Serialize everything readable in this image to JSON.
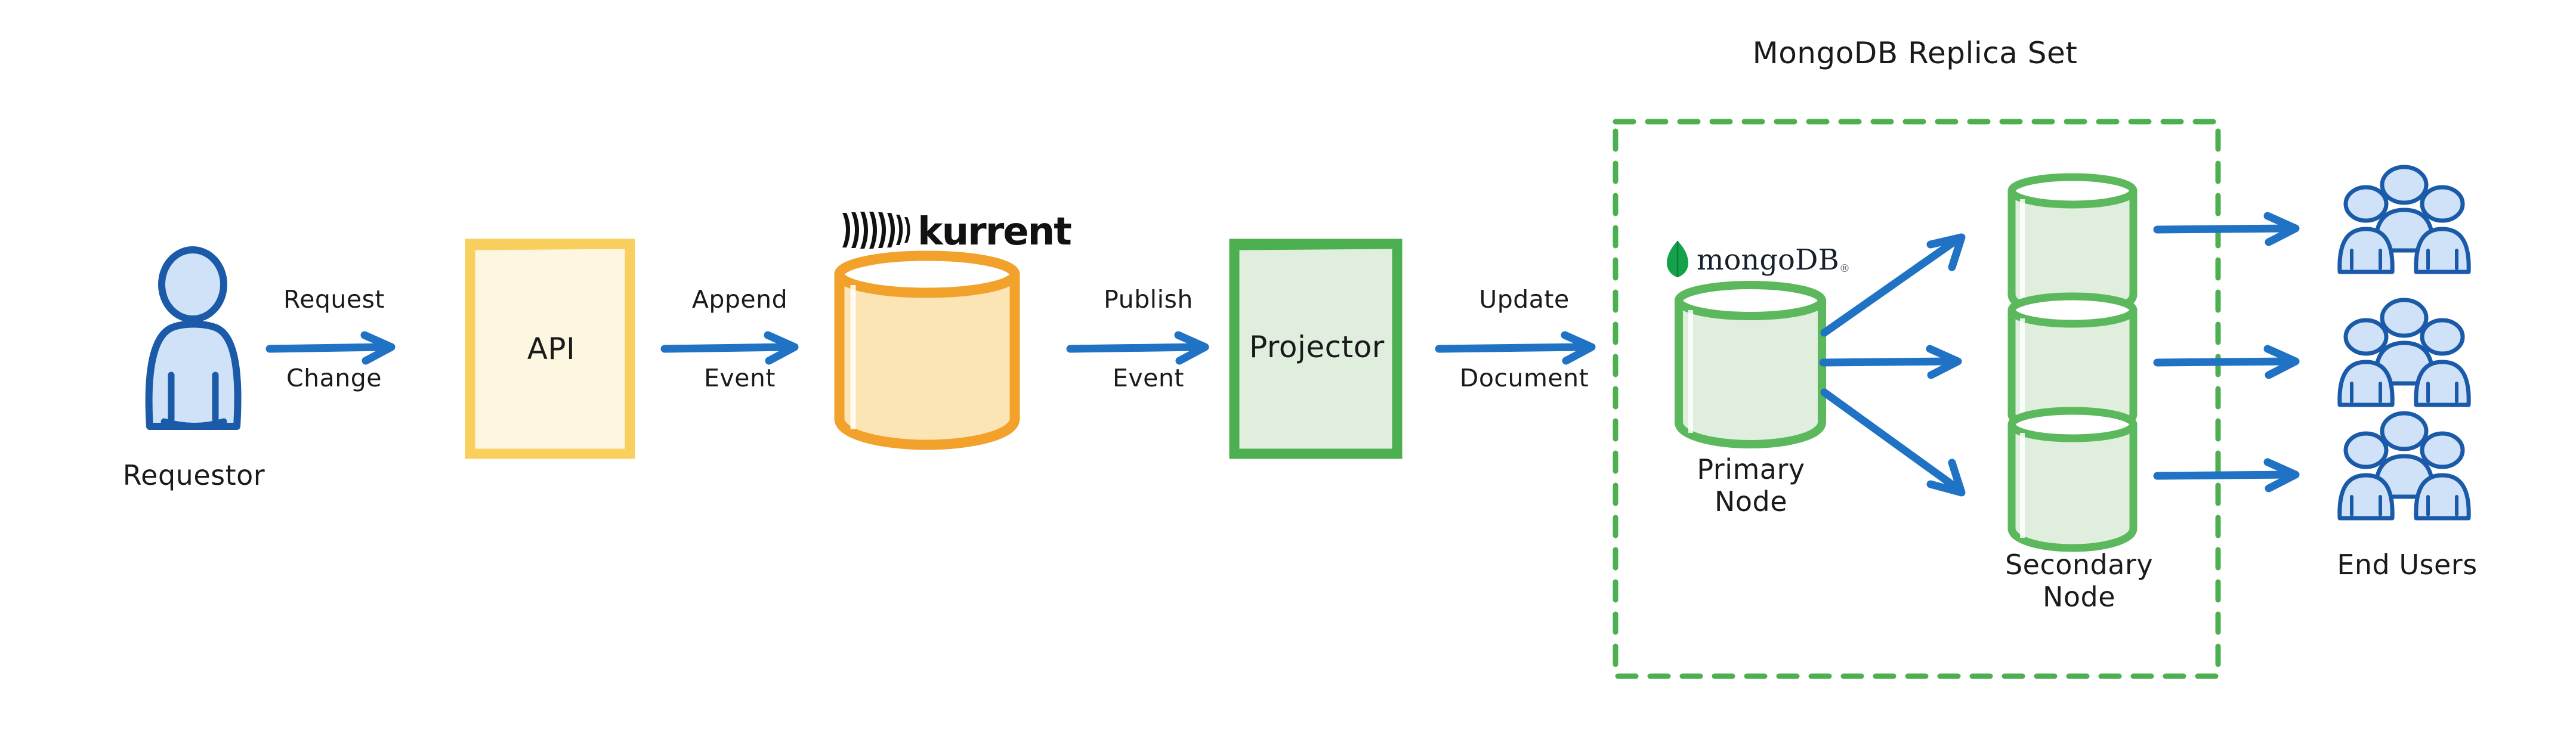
{
  "diagram": {
    "title_visible": false,
    "colors": {
      "arrow_blue": "#1f72c4",
      "person_blue_stroke": "#1a5aa8",
      "person_blue_fill": "#cfe2f7",
      "api_border": "#f9cf5d",
      "api_fill": "#fdf6e0",
      "kurrent_orange": "#f2a12a",
      "kurrent_fill": "#fbe5b4",
      "projector_green": "#4caf50",
      "projector_fill": "#dfeedd",
      "mongo_green": "#5cb85c",
      "mongo_fill": "#dfeedd",
      "mongo_leaf": "#13a14b",
      "dashed_green": "#4caf50",
      "ink": "#1a1a1a"
    },
    "nodes": [
      {
        "id": "requestor",
        "type": "person",
        "caption": "Requestor"
      },
      {
        "id": "api",
        "type": "box",
        "label": "API"
      },
      {
        "id": "kurrent",
        "type": "cylinder",
        "logo_text": "kurrent"
      },
      {
        "id": "projector",
        "type": "box",
        "label": "Projector"
      },
      {
        "id": "primary-node",
        "type": "cylinder",
        "logo_text": "mongoDB",
        "logo_mark": "®",
        "caption_line1": "Primary",
        "caption_line2": "Node"
      },
      {
        "id": "secondary-node-1",
        "type": "cylinder"
      },
      {
        "id": "secondary-node-2",
        "type": "cylinder"
      },
      {
        "id": "secondary-node-3",
        "type": "cylinder"
      },
      {
        "id": "end-users-1",
        "type": "people-group"
      },
      {
        "id": "end-users-2",
        "type": "people-group"
      },
      {
        "id": "end-users-3",
        "type": "people-group"
      }
    ],
    "edges": [
      {
        "id": "requestor-to-api",
        "above": "Request",
        "below": "Change"
      },
      {
        "id": "api-to-kurrent",
        "above": "Append",
        "below": "Event"
      },
      {
        "id": "kurrent-to-projector",
        "above": "Publish",
        "below": "Event"
      },
      {
        "id": "projector-to-primary",
        "above": "Update",
        "below": "Document"
      },
      {
        "id": "primary-to-secondary-1",
        "above": "",
        "below": ""
      },
      {
        "id": "primary-to-secondary-2",
        "above": "",
        "below": ""
      },
      {
        "id": "primary-to-secondary-3",
        "above": "",
        "below": ""
      },
      {
        "id": "secondary-1-to-users-1",
        "above": "",
        "below": ""
      },
      {
        "id": "secondary-2-to-users-2",
        "above": "",
        "below": ""
      },
      {
        "id": "secondary-3-to-users-3",
        "above": "",
        "below": ""
      }
    ],
    "groups": [
      {
        "id": "mongodb-replica-set",
        "title": "MongoDB Replica Set"
      }
    ],
    "captions": {
      "requestor": "Requestor",
      "primary_node_line1": "Primary",
      "primary_node_line2": "Node",
      "secondary_node_line1": "Secondary",
      "secondary_node_line2": "Node",
      "end_users": "End Users",
      "mongodb_replica_set": "MongoDB Replica Set"
    },
    "box_labels": {
      "api": "API",
      "projector": "Projector"
    },
    "logos": {
      "kurrent": "kurrent",
      "mongodb": "mongoDB",
      "mongodb_tm": "®"
    },
    "edge_labels": {
      "request": "Request",
      "change": "Change",
      "append": "Append",
      "event_1": "Event",
      "publish": "Publish",
      "event_2": "Event",
      "update": "Update",
      "document": "Document"
    }
  }
}
